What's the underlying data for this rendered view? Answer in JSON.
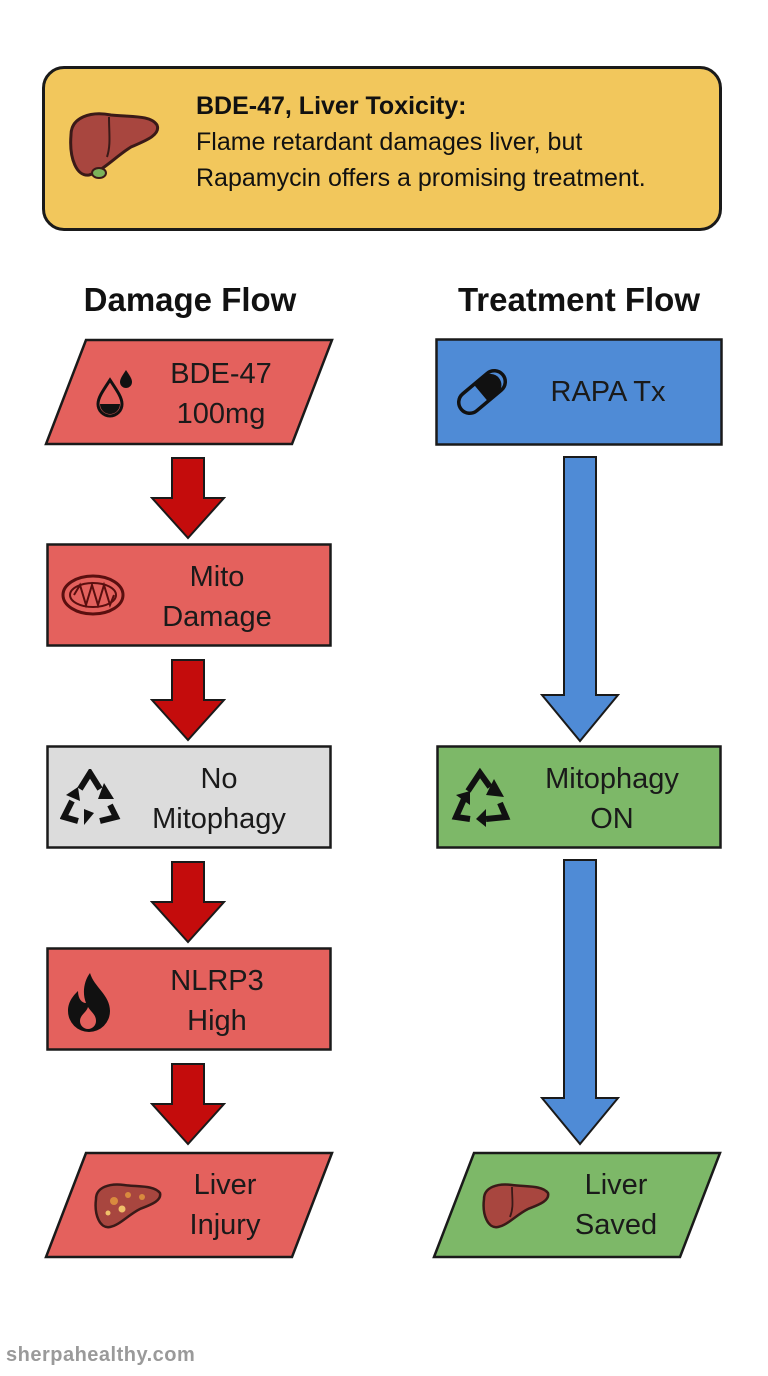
{
  "header": {
    "title": "BDE-47, Liver Toxicity:",
    "description": "Flame retardant damages liver, but Rapamycin offers a promising treatment."
  },
  "columns": {
    "damage": {
      "heading": "Damage Flow",
      "nodes": [
        {
          "line1": "BDE-47",
          "line2": "100mg",
          "icon": "droplet-icon"
        },
        {
          "line1": "Mito",
          "line2": "Damage",
          "icon": "mitochondria-icon"
        },
        {
          "line1": "No",
          "line2": "Mitophagy",
          "icon": "broken-recycle-icon"
        },
        {
          "line1": "NLRP3",
          "line2": "High",
          "icon": "flame-icon"
        },
        {
          "line1": "Liver",
          "line2": "Injury",
          "icon": "damaged-liver-icon"
        }
      ]
    },
    "treatment": {
      "heading": "Treatment Flow",
      "nodes": [
        {
          "line1": "RAPA Tx",
          "icon": "capsule-icon"
        },
        {
          "line1": "Mitophagy",
          "line2": "ON",
          "icon": "recycle-icon"
        },
        {
          "line1": "Liver",
          "line2": "Saved",
          "icon": "healthy-liver-icon"
        }
      ]
    }
  },
  "colors": {
    "banner": "#f2c75c",
    "damage_node": "#e4615d",
    "inactive_node": "#dcdcdc",
    "treatment_blue": "#4f8bd6",
    "treatment_green": "#7db868",
    "damage_arrow": "#c40c0c"
  },
  "footer": {
    "site": "sherpahealthy.com"
  }
}
